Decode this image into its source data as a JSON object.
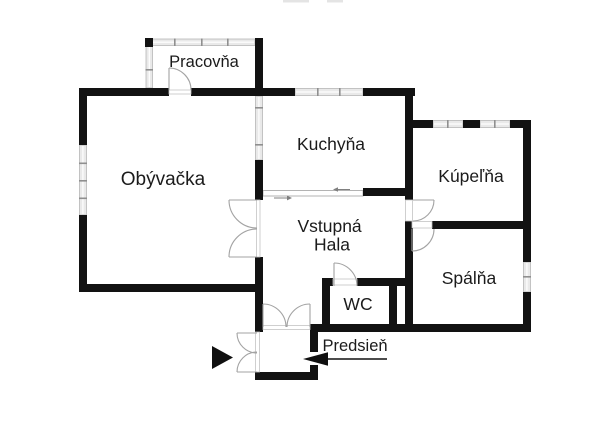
{
  "floor_plan": {
    "rooms": [
      {
        "name": "pracovna",
        "label": "Pracovňa"
      },
      {
        "name": "obyvacka",
        "label": "Obývačka"
      },
      {
        "name": "kuchyna",
        "label": "Kuchyňa"
      },
      {
        "name": "kupelna",
        "label": "Kúpeľňa"
      },
      {
        "name": "vstupna-hala",
        "label": "Vstupná Hala",
        "line1": "Vstupná",
        "line2": "Hala"
      },
      {
        "name": "spalna",
        "label": "Spálňa"
      },
      {
        "name": "wc",
        "label": "WC"
      },
      {
        "name": "predsien",
        "label": "Predsieň"
      }
    ],
    "annotations": {
      "entrance_marker": "solid right-pointing triangle at main entrance",
      "predsien_leader": "black arrow pointing left from Predsieň label into vestibule",
      "top_edge_artifact": "faint cropped watermark marks at top edge"
    },
    "colors": {
      "wall": "#121212",
      "window_band": "#e9e9e9",
      "window_stroke": "#b3b3b3",
      "door": "#a3a3a3",
      "label_text": "#1b1b1b",
      "background": "#ffffff"
    }
  }
}
